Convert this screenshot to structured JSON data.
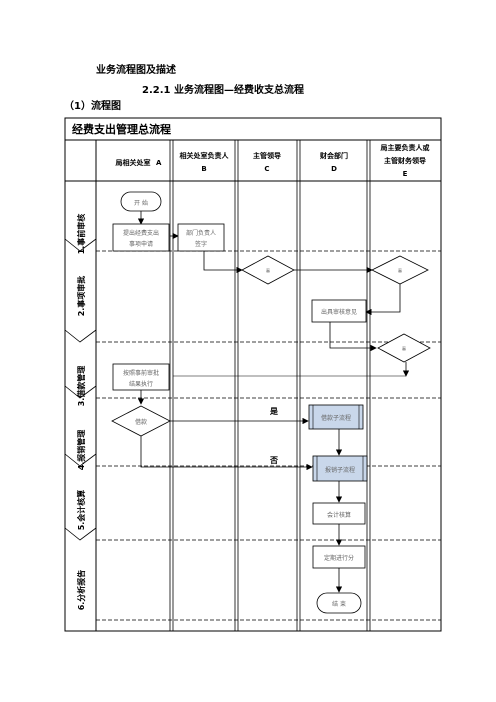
{
  "doc": {
    "heading": "业务流程图及描述",
    "subheading": "2.2.1 业务流程图—经费收支总流程",
    "section": "（1）流程图"
  },
  "table": {
    "title": "经费支出管理总流程",
    "columns": [
      {
        "line1": "局相关处室",
        "line2": "A"
      },
      {
        "line1": "相关处室负责人",
        "line2": "B"
      },
      {
        "line1": "主管领导",
        "line2": "C"
      },
      {
        "line1": "财会部门",
        "line2": "D"
      },
      {
        "line1": "局主要负责人或",
        "line2": "主管财务领导",
        "line3": "E"
      }
    ],
    "rows": [
      "1.事前审核",
      "2.事项审批",
      "3.借款管理",
      "4.报销管理",
      "5.会计核算",
      "6.分析报告"
    ]
  },
  "nodes": {
    "start": "开 始",
    "submit_1": "提出经费支出",
    "submit_2": "事项申请",
    "sign_1": "部门负责人",
    "sign_2": "签字",
    "dec_c": "審",
    "dec_e1": "審",
    "review": "出具审核意见",
    "dec_e2": "審",
    "exec_1": "按照事前审批",
    "exec_2": "结果执行",
    "loan": "借款",
    "loan_sub": "借款子流程",
    "reimb_sub": "报销子流程",
    "account": "会计核算",
    "analysis": "定期进行分",
    "end": "结 束"
  },
  "labels": {
    "yes": "是",
    "no": "否"
  }
}
